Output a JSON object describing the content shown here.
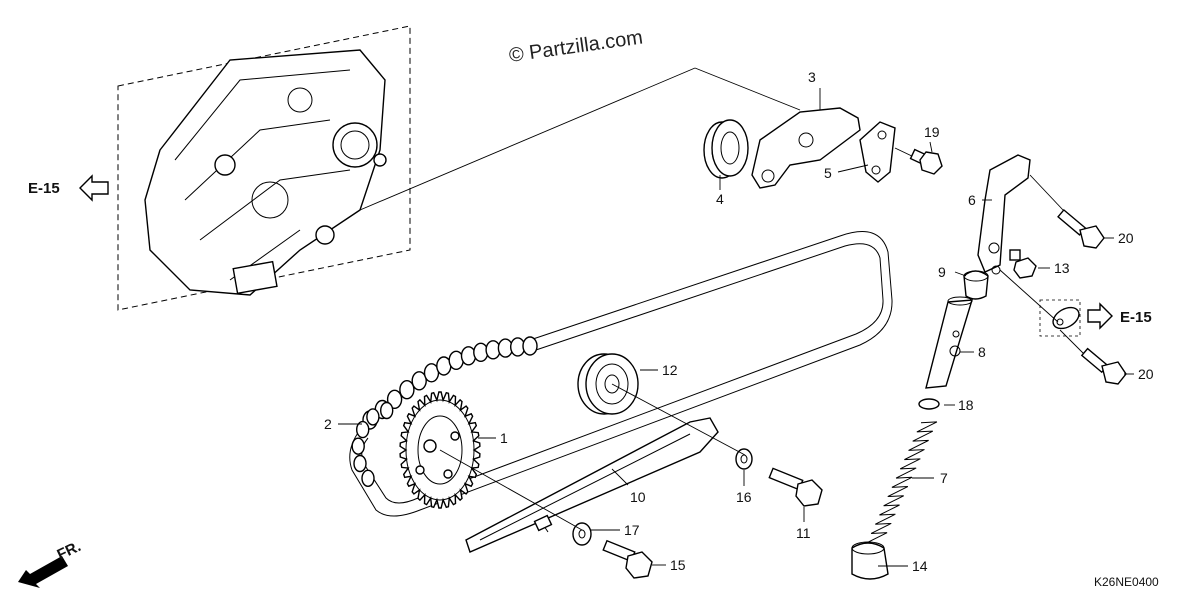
{
  "watermark": "© Partzilla.com",
  "diagram_code": "K26NE0400",
  "references": {
    "left": "E-15",
    "right": "E-15",
    "front": "FR."
  },
  "callouts": [
    "1",
    "2",
    "3",
    "4",
    "5",
    "6",
    "7",
    "8",
    "9",
    "10",
    "11",
    "12",
    "13",
    "14",
    "15",
    "16",
    "17",
    "18",
    "19",
    "20",
    "20"
  ]
}
